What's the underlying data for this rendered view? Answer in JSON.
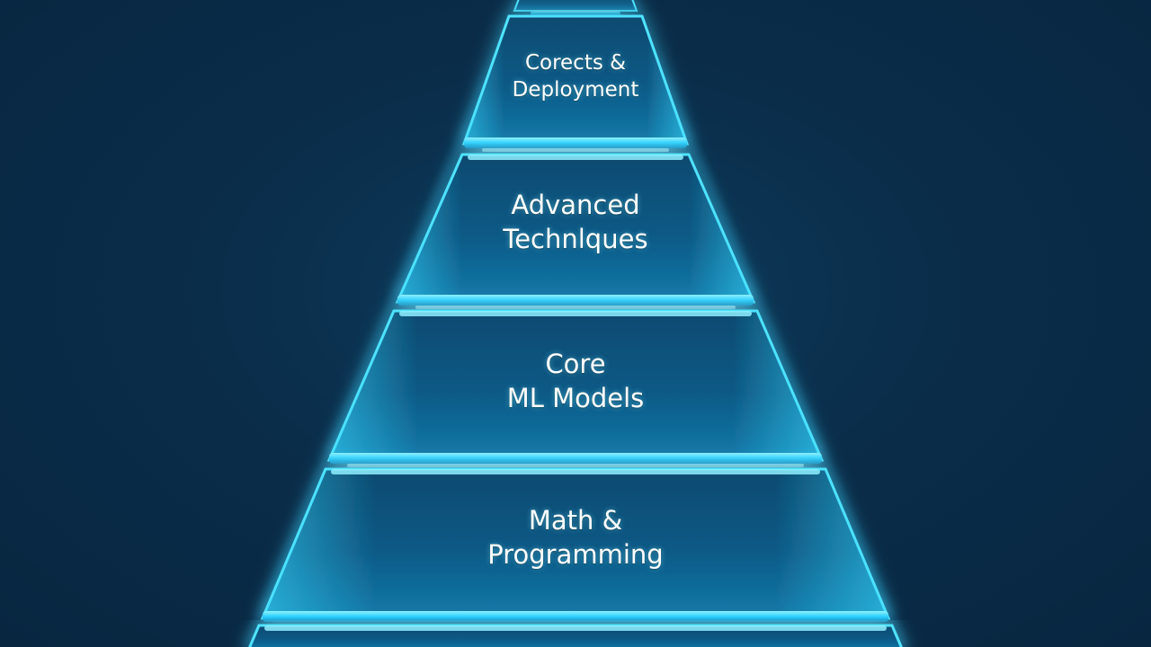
{
  "diagram": {
    "type": "pyramid",
    "accent_color": "#2fd2ff",
    "background_color": "#0a2d4a",
    "tiers": [
      {
        "line1": "Corects &",
        "line2": "Deployment"
      },
      {
        "line1": "Advanced",
        "line2": "Technlques"
      },
      {
        "line1": "Core",
        "line2": "ML Models"
      },
      {
        "line1": "Math &",
        "line2": "Programming"
      }
    ]
  }
}
